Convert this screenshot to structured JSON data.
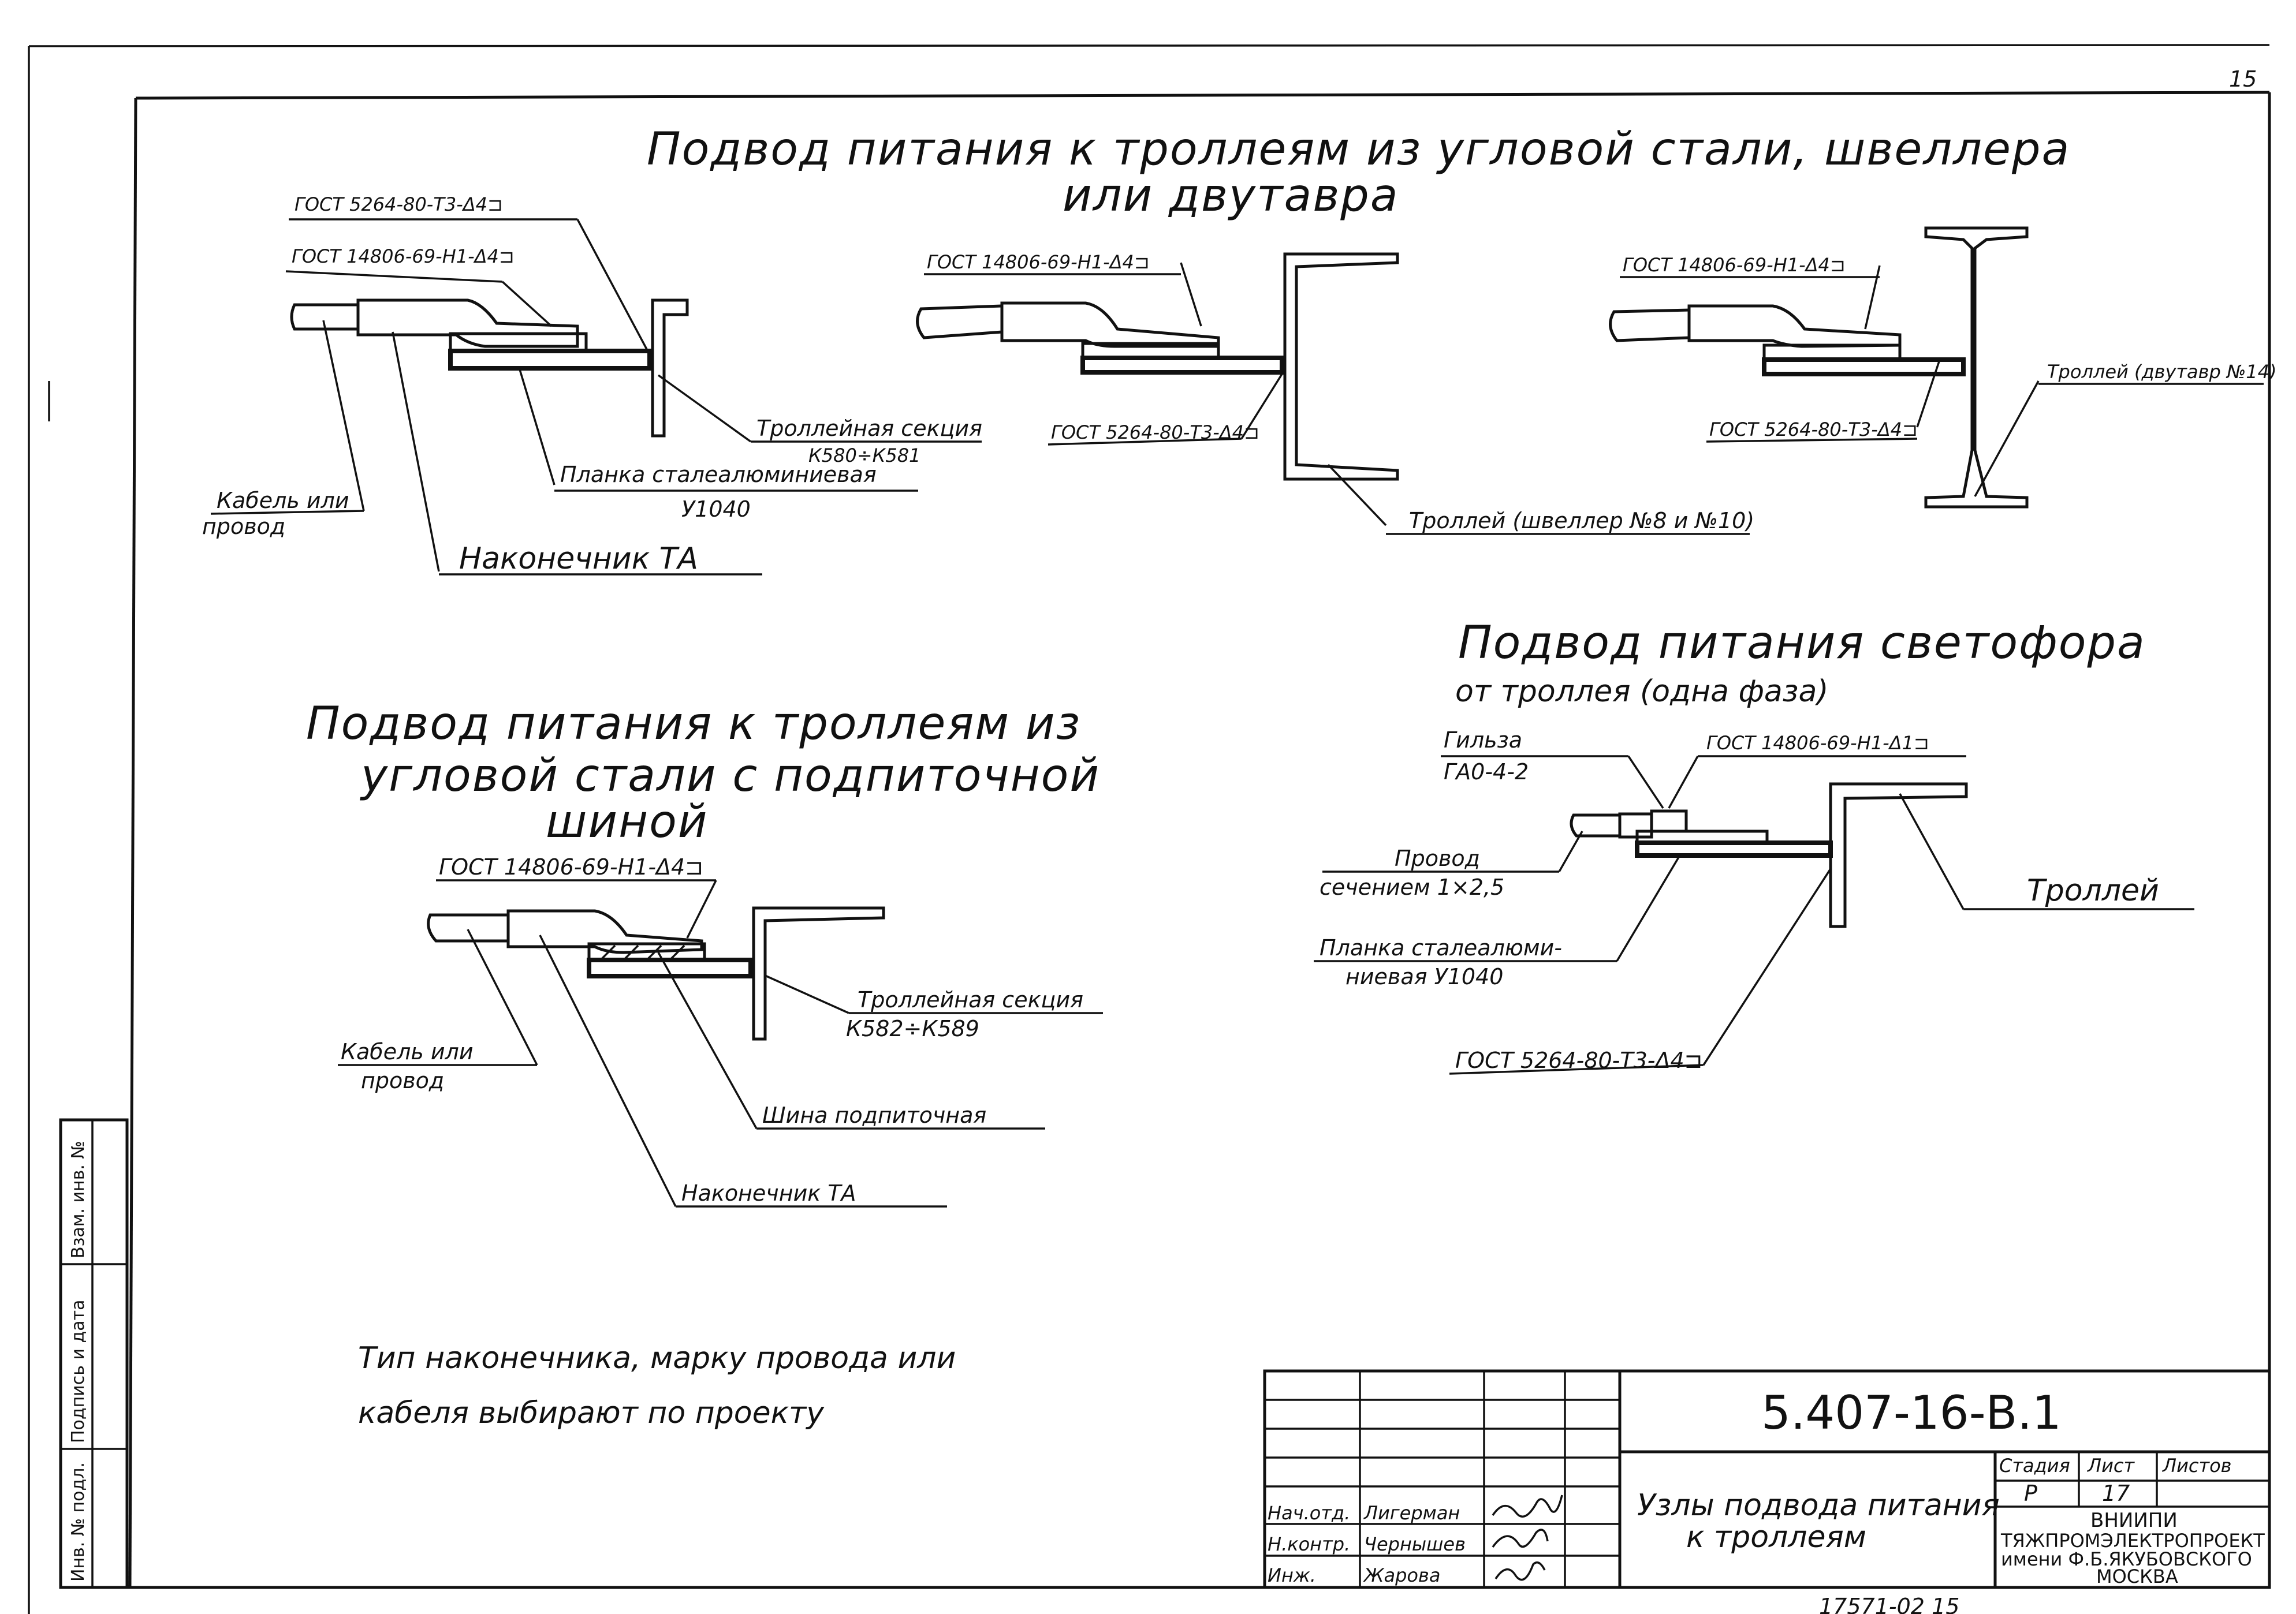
{
  "page_number": "15",
  "diagram1": {
    "title_line1": "Подвод питания к троллеям из угловой стали, швеллера",
    "title_line2": "или двутавра",
    "left": {
      "gost_a": "ГОСТ 5264-80-Т3-Δ4⊐",
      "gost_b": "ГОСТ 14806-69-Н1-Δ4⊐",
      "section": "Троллейная секция",
      "section_codes": "К580÷К581",
      "plate": "Планка сталеалюминиевая",
      "plate_code": "У1040",
      "cable_1": "Кабель или",
      "cable_2": "провод",
      "tip": "Наконечник ТА"
    },
    "middle": {
      "gost_b": "ГОСТ 14806-69-Н1-Δ4⊐",
      "gost_a": "ГОСТ 5264-80-Т3-Δ4⊐",
      "trolley": "Троллей (швеллер №8 и №10)"
    },
    "right": {
      "gost_b": "ГОСТ 14806-69-Н1-Δ4⊐",
      "gost_a": "ГОСТ 5264-80-Т3-Δ4⊐",
      "trolley": "Троллей (двутавр №14)"
    }
  },
  "diagram2": {
    "title_line1": "Подвод питания к троллеям из",
    "title_line2": "угловой стали с подпиточной",
    "title_line3": "шиной",
    "gost": "ГОСТ 14806-69-Н1-Δ4⊐",
    "section": "Троллейная секция",
    "section_codes": "К582÷К589",
    "cable_1": "Кабель или",
    "cable_2": "провод",
    "bus": "Шина подпиточная",
    "tip": "Наконечник ТА"
  },
  "diagram3": {
    "title_line1": "Подвод питания светофора",
    "title_line2": "от троллея (одна фаза)",
    "sleeve": "Гильза",
    "sleeve_code": "ГА0-4-2",
    "gost_b": "ГОСТ 14806-69-Н1-Δ1⊐",
    "wire_1": "Провод",
    "wire_2": "сечением 1×2,5",
    "plate_1": "Планка сталеалюми-",
    "plate_2": "ниевая У1040",
    "gost_a": "ГОСТ 5264-80-Т3-Δ4⊐",
    "trolley": "Троллей"
  },
  "note": {
    "line1": "Тип наконечника, марку провода или",
    "line2": "кабеля выбирают по проекту"
  },
  "side_stamp": {
    "col1": "Инв. № подл.",
    "col2": "Подпись и дата",
    "col3": "Взам. инв. №"
  },
  "title_block": {
    "doc_code": "5.407-16-В.1",
    "title_1": "Узлы подвода питания",
    "title_2": "к троллеям",
    "stage_label": "Стадия",
    "sheet_label": "Лист",
    "sheets_label": "Листов",
    "stage": "Р",
    "sheet": "17",
    "org_1": "ВНИИПИ",
    "org_2": "ТЯЖПРОМЭЛЕКТРОПРОЕКТ",
    "org_3": "имени Ф.Б.ЯКУБОВСКОГО",
    "org_4": "МОСКВА",
    "rows": [
      {
        "role": "Нач.отд.",
        "name": "Лигерман"
      },
      {
        "role": "Н.контр.",
        "name": "Чернышев"
      },
      {
        "role": "Инж.",
        "name": "Жарова"
      }
    ],
    "footer": "17571-02 15"
  }
}
